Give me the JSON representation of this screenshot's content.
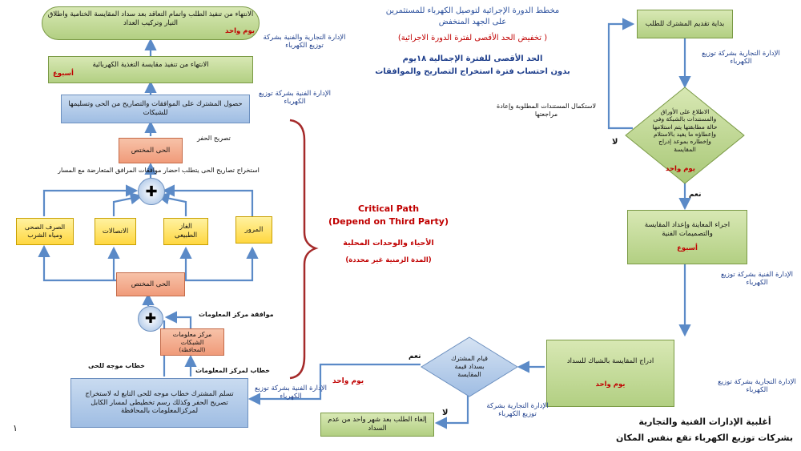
{
  "header": {
    "title_line1": "مخطط الدورة الإجرائية لتوصيل الكهرباء للمستثمرين",
    "title_line2": "على الجهد المنخفض",
    "subtitle": "( تخفيض الحد الأقصى لفترة الدورة الاجرائية)",
    "max_period": "الحد الأقصى للفترة الإجمالية ١٨يوم",
    "exclusion": "بدون احتساب فترة استخراج التصاريح والموافقات"
  },
  "boxes": {
    "start": "بداية تقديم المشترك للطلب",
    "review": "الاطلاع على الأوراق والمستندات بالشبكة وفى حالة مطابقتها يتم استلامها وإعطاؤه ما يفيد بالاستلام وإخطاره بموعد إدراج المقايسة",
    "inspection": "اجراء المعاينة وإعداد المقايسة والتصميمات الفنية",
    "include_payment": "ادراج المقايسة بالشباك للسداد",
    "payment_decision": "قيام المشترك بسداد قيمة المقايسة",
    "cancel": "إلغاء الطلب بعد شهر واحد من عدم السداد",
    "receive_letter": "تسلم المشترك خطاب موجه للحى التابع له لاستخراج تصريح الحفر وكذلك رسم تخطيطى لمسار الكابل لمركزالمعلومات بالمحافظة",
    "info_center": "مركز معلومات الشبكات",
    "info_center_sub": "(المحافظة)",
    "district_lower": "الحى المختص",
    "district_upper": "الحى المختص",
    "traffic": "المرور",
    "gas": "الغاز الطبيعى",
    "telecom": "الاتصالات",
    "sewage": "الصرف الصحى ومياه الشرب",
    "obtain_approvals": "حصول المشترك على الموافقات والتصاريح من الحى وتسليمها للشبكات",
    "finish_meter": "الانتهاء من تنفيذ مقايسة التغذية الكهربائية",
    "finish_all": "الانتهاء من تنفيذ الطلب واتمام التعاقد بعد سداد المقايسة الختامية واطلاق التيار وتركيب العداد"
  },
  "durations": {
    "review": "يوم واحد",
    "inspection": "أسبوع",
    "include_payment": "يوم واحد",
    "receive_letter": "يوم واحد",
    "finish_meter": "أسبوع",
    "finish_all": "يوم واحد"
  },
  "labels": {
    "commercial_1": "الإدارة التجارية بشركة توزيع الكهرباء",
    "missing_docs": "لاستكمال المستندات المطلوبة وإعادة مراجعتها",
    "no_1": "لا",
    "yes_1": "نعم",
    "technical_1": "الإدارة الفنية بشركة توزيع الكهرباء",
    "commercial_2": "الإدارة التجارية بشركة توزيع الكهرباء",
    "yes_2": "نعم",
    "no_2": "لا",
    "commercial_3": "الإدارة التجارية بشركة توزيع الكهرباء",
    "technical_2": "الإدارة الفنية بشركة توزيع الكهرباء",
    "letter_district": "خطاب موجه للحى",
    "letter_info": "خطاب لمركز المعلومات",
    "info_approval": "موافقة مركز المعلومات",
    "permits_extraction": "استخراج تصاريح الحى يتطلب احضار موافقات المرافق المتعارضة مع المسار",
    "excavation_permit": "تصريح الحفر",
    "technical_3": "الإدارة الفنية بشركة توزيع الكهرباء",
    "commercial_technical": "الإدارة التجارية والفنية بشركة توزيع الكهرباء",
    "footer_line1": "أغلبية الإدارات الفنية والتجارية",
    "footer_line2": "بشركات توزيع الكهرباء تقع بنفس المكان",
    "page_number": "١"
  },
  "critical": {
    "line1": "Critical Path",
    "line2": "(Depend on Third Party)",
    "line3": "الأحياء والوحدات المحلية",
    "line4": "(المدة الزمنية غير محددة)"
  },
  "symbols": {
    "plus": "✚"
  },
  "colors": {
    "arrow": "#5b8ac7",
    "accent_red": "#c00000",
    "label_blue": "#1f3f8c"
  }
}
